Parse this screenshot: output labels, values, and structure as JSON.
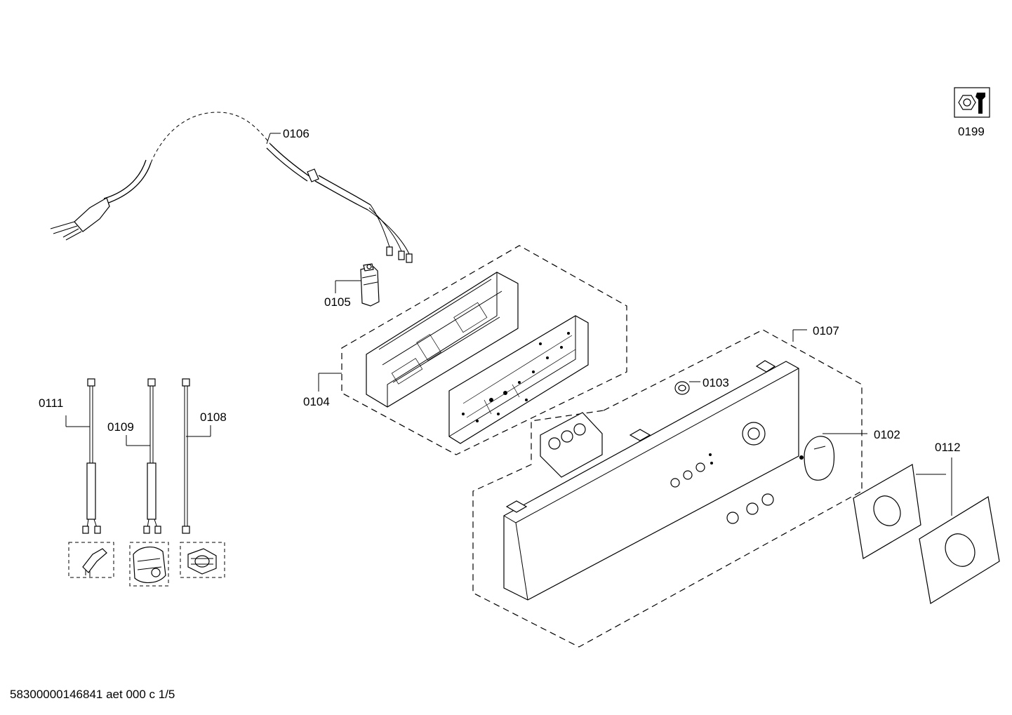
{
  "labels": {
    "p0106": "0106",
    "p0199": "0199",
    "p0105": "0105",
    "p0104": "0104",
    "p0107": "0107",
    "p0103": "0103",
    "p0102": "0102",
    "p0112": "0112",
    "p0111": "0111",
    "p0109": "0109",
    "p0108": "0108"
  },
  "footer": "58300000146841 aet 000 c 1/5",
  "icons": {
    "tool": "wrench-and-nut-icon"
  }
}
